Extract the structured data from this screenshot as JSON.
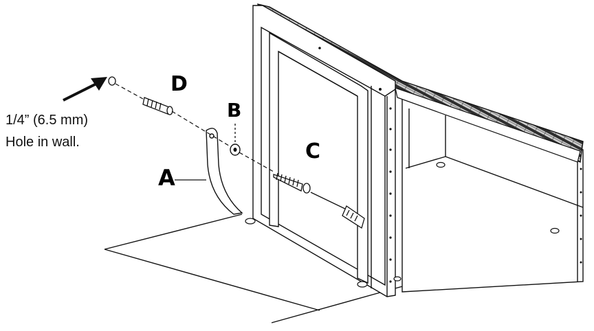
{
  "labels": {
    "a": "A",
    "b": "B",
    "c": "C",
    "d": "D"
  },
  "note": {
    "line1": "1/4” (6.5 mm)",
    "line2": "Hole in wall."
  },
  "colors": {
    "line": "#111111",
    "roof_dark": "#3a3a3a",
    "roof_light": "#bdbdbd",
    "frame_fill": "#ffffff"
  }
}
